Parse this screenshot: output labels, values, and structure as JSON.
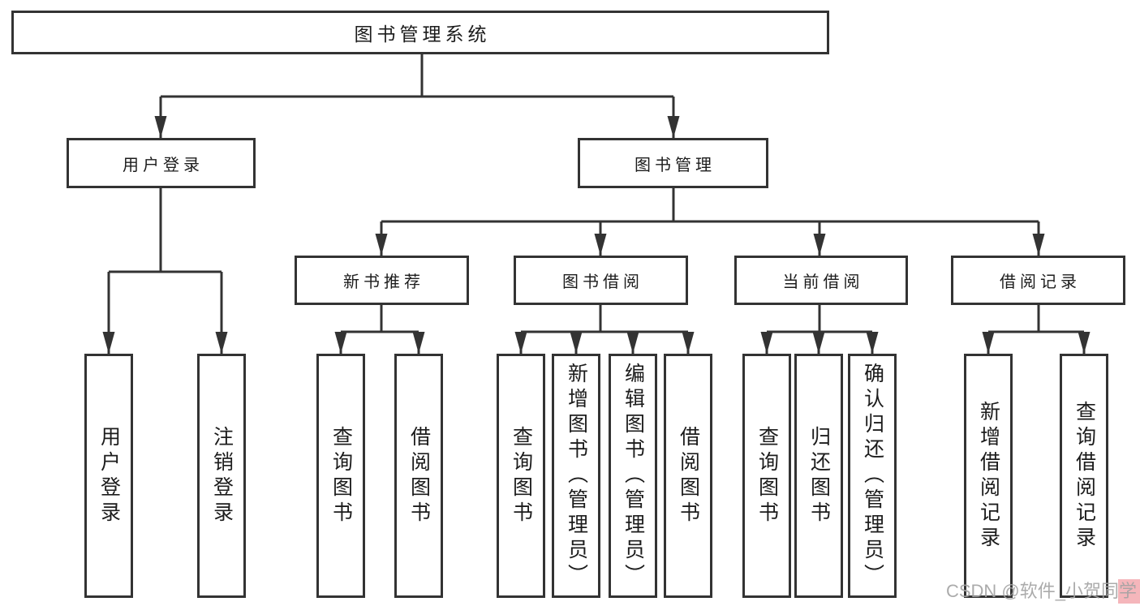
{
  "colors": {
    "line": "#333333",
    "box_border": "#333333",
    "text": "#1c1c1c",
    "background": "#ffffff",
    "watermark_text": "#a3a3a3",
    "watermark_block": "#f5b6bb"
  },
  "nodes": {
    "root": "图书管理系统",
    "user_login": "用户登录",
    "book_mgmt": "图书管理",
    "new_book_rec": "新书推荐",
    "book_borrow": "图书借阅",
    "current_borrow": "当前借阅",
    "borrow_records": "借阅记录",
    "ul_user_login": "用户登录",
    "ul_logout": "注销登录",
    "nb_query_book": "查询图书",
    "nb_borrow_book": "借阅图书",
    "bb_query_book": "查询图书",
    "bb_add_book": "新增图书（管理员）",
    "bb_edit_book": "编辑图书（管理员）",
    "bb_borrow_book": "借阅图书",
    "cb_query_book": "查询图书",
    "cb_return_book": "归还图书",
    "cb_confirm_return": "确认归还（管理员）",
    "br_add_record": "新增借阅记录",
    "br_query_record": "查询借阅记录"
  },
  "hierarchy": {
    "root": [
      "user_login",
      "book_mgmt"
    ],
    "user_login": [
      "ul_user_login",
      "ul_logout"
    ],
    "book_mgmt": [
      "new_book_rec",
      "book_borrow",
      "current_borrow",
      "borrow_records"
    ],
    "new_book_rec": [
      "nb_query_book",
      "nb_borrow_book"
    ],
    "book_borrow": [
      "bb_query_book",
      "bb_add_book",
      "bb_edit_book",
      "bb_borrow_book"
    ],
    "current_borrow": [
      "cb_query_book",
      "cb_return_book",
      "cb_confirm_return"
    ],
    "borrow_records": [
      "br_add_record",
      "br_query_record"
    ]
  },
  "watermark": {
    "text": "CSDN @软件_小贺同学"
  }
}
